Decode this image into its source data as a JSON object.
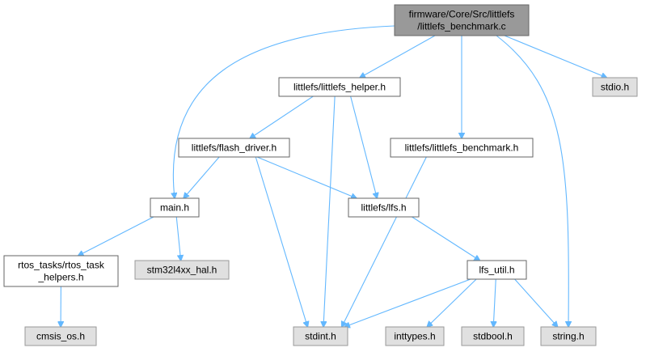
{
  "colors": {
    "root_fill": "#999999",
    "local_fill": "#ffffff",
    "system_fill": "#e0e0e0",
    "system_stroke": "#999999",
    "border": "#666666",
    "edge": "#63b8ff"
  },
  "nodes": {
    "root": {
      "lines": [
        "firmware/Core/Src/littlefs",
        "/littlefs_benchmark.c"
      ],
      "kind": "root"
    },
    "littlefs_helper_h": {
      "lines": [
        "littlefs/littlefs_helper.h"
      ],
      "kind": "local"
    },
    "stdio_h": {
      "lines": [
        "stdio.h"
      ],
      "kind": "system"
    },
    "flash_driver_h": {
      "lines": [
        "littlefs/flash_driver.h"
      ],
      "kind": "local"
    },
    "littlefs_benchmark_h": {
      "lines": [
        "littlefs/littlefs_benchmark.h"
      ],
      "kind": "local"
    },
    "main_h": {
      "lines": [
        "main.h"
      ],
      "kind": "local"
    },
    "lfs_h": {
      "lines": [
        "littlefs/lfs.h"
      ],
      "kind": "local"
    },
    "rtos_task_helpers_h": {
      "lines": [
        "rtos_tasks/rtos_task",
        "_helpers.h"
      ],
      "kind": "local"
    },
    "stm32l4xx_hal_h": {
      "lines": [
        "stm32l4xx_hal.h"
      ],
      "kind": "system"
    },
    "lfs_util_h": {
      "lines": [
        "lfs_util.h"
      ],
      "kind": "local"
    },
    "cmsis_os_h": {
      "lines": [
        "cmsis_os.h"
      ],
      "kind": "system"
    },
    "stdint_h": {
      "lines": [
        "stdint.h"
      ],
      "kind": "system"
    },
    "inttypes_h": {
      "lines": [
        "inttypes.h"
      ],
      "kind": "system"
    },
    "stdbool_h": {
      "lines": [
        "stdbool.h"
      ],
      "kind": "system"
    },
    "string_h": {
      "lines": [
        "string.h"
      ],
      "kind": "system"
    }
  },
  "edges": [
    [
      "root",
      "main_h"
    ],
    [
      "root",
      "littlefs_helper_h"
    ],
    [
      "root",
      "littlefs_benchmark_h"
    ],
    [
      "root",
      "string_h"
    ],
    [
      "root",
      "stdio_h"
    ],
    [
      "littlefs_helper_h",
      "flash_driver_h"
    ],
    [
      "littlefs_helper_h",
      "stdint_h"
    ],
    [
      "littlefs_helper_h",
      "lfs_h"
    ],
    [
      "flash_driver_h",
      "main_h"
    ],
    [
      "flash_driver_h",
      "lfs_h"
    ],
    [
      "flash_driver_h",
      "stdint_h"
    ],
    [
      "littlefs_benchmark_h",
      "stdint_h"
    ],
    [
      "main_h",
      "rtos_task_helpers_h"
    ],
    [
      "main_h",
      "stm32l4xx_hal_h"
    ],
    [
      "lfs_h",
      "lfs_util_h"
    ],
    [
      "rtos_task_helpers_h",
      "cmsis_os_h"
    ],
    [
      "lfs_util_h",
      "stdint_h"
    ],
    [
      "lfs_util_h",
      "inttypes_h"
    ],
    [
      "lfs_util_h",
      "stdbool_h"
    ],
    [
      "lfs_util_h",
      "string_h"
    ]
  ]
}
